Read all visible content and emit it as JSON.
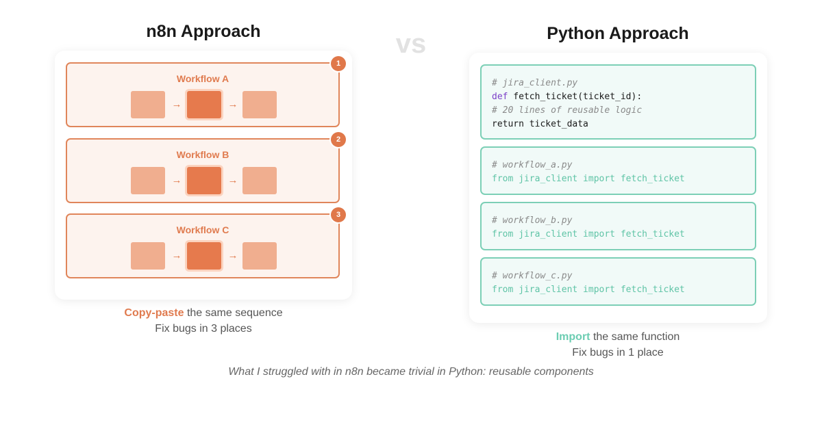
{
  "left": {
    "title": "n8n Approach",
    "workflows": [
      {
        "label": "Workflow A",
        "badge": "1"
      },
      {
        "label": "Workflow B",
        "badge": "2"
      },
      {
        "label": "Workflow C",
        "badge": "3"
      }
    ],
    "arrow_glyph": "→",
    "caption": {
      "highlight": "Copy-paste",
      "rest": " the same sequence",
      "line2": "Fix bugs in 3 places"
    }
  },
  "vs_label": "vs",
  "right": {
    "title": "Python Approach",
    "client": {
      "comment": "# jira_client.py",
      "def_keyword": "def",
      "def_rest": " fetch_ticket(ticket_id):",
      "logic_comment": "# 20 lines of reusable logic",
      "return_line": "return ticket_data"
    },
    "imports": [
      {
        "comment": "# workflow_a.py",
        "line": "from jira_client import fetch_ticket"
      },
      {
        "comment": "# workflow_b.py",
        "line": "from jira_client import fetch_ticket"
      },
      {
        "comment": "# workflow_c.py",
        "line": "from jira_client import fetch_ticket"
      }
    ],
    "caption": {
      "highlight": "Import",
      "rest": " the same function",
      "line2": "Fix bugs in 1 place"
    }
  },
  "footer": "What I struggled with in n8n became trivial in Python: reusable components",
  "colors": {
    "orange": "#e07b4f",
    "teal": "#6ccdb2",
    "purple": "#7b3fc8"
  }
}
